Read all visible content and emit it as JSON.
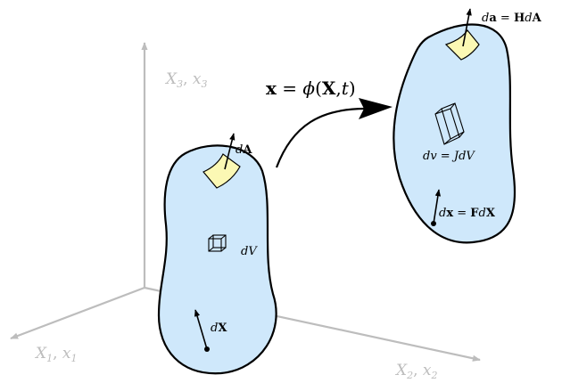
{
  "axes": {
    "x3": {
      "a": "X",
      "a_sub": "3",
      "sep": ", ",
      "b": "x",
      "b_sub": "3"
    },
    "x1": {
      "a": "X",
      "a_sub": "1",
      "sep": ", ",
      "b": "x",
      "b_sub": "1"
    },
    "x2": {
      "a": "X",
      "a_sub": "2",
      "sep": ", ",
      "b": "x",
      "b_sub": "2"
    }
  },
  "mapping": {
    "lhs": "x",
    "eq": " = ",
    "phi": "ϕ",
    "open": "(",
    "arg1": "X",
    "comma": ",",
    "arg2": "t",
    "close": ")"
  },
  "reference_body": {
    "area_d": "d",
    "area_A": "A",
    "volume_d": "d",
    "volume_V": "V",
    "line_d": "d",
    "line_X": "X"
  },
  "current_body": {
    "area": {
      "d": "d",
      "a": "a",
      "eq": " = ",
      "H": "H",
      "d2": "d",
      "A": "A"
    },
    "volume": {
      "dv": "dv",
      "eq": " = ",
      "J": "J",
      "dV": "dV"
    },
    "line": {
      "d": "d",
      "x": "x",
      "eq": " = ",
      "F": "F",
      "d2": "d",
      "X": "X"
    }
  },
  "colors": {
    "body_fill": "#cfe8fb",
    "patch_fill": "#fbf8b4",
    "axis": "#bdbdbd",
    "ink": "#000000"
  }
}
